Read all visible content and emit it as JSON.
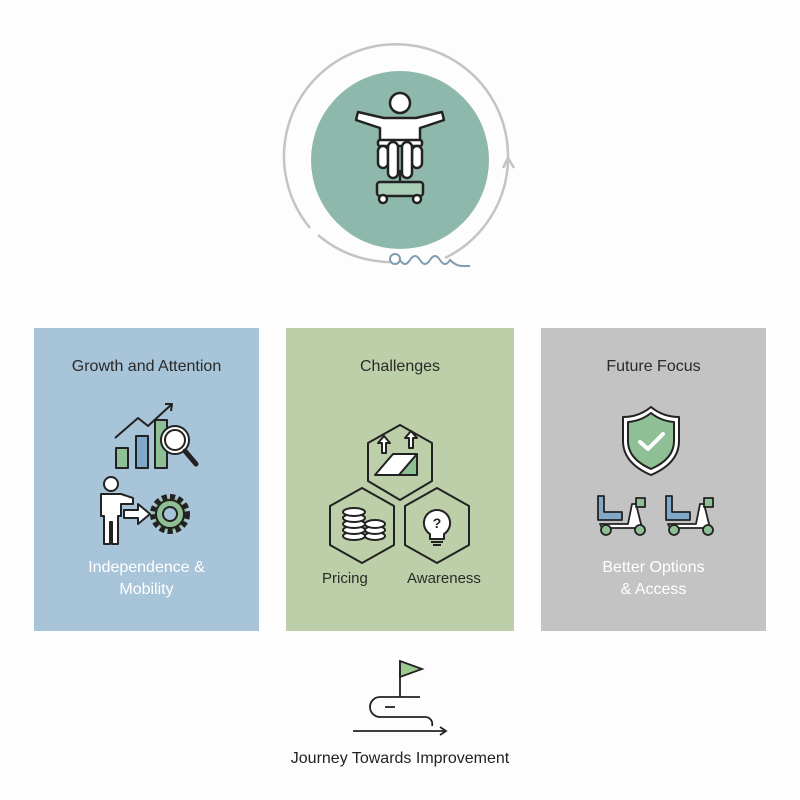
{
  "header": {
    "icon": "person-wheelchair-icon"
  },
  "panels": [
    {
      "title": "Growth and Attention",
      "label_line1": "Independence &",
      "label_line2": "Mobility",
      "color": "#a7c4d9"
    },
    {
      "title": "Challenges",
      "item1": "Pricing",
      "item2": "Awareness",
      "color": "#bccfa8"
    },
    {
      "title": "Future Focus",
      "label_line1": "Better Options",
      "label_line2": "& Access",
      "color": "#c3c3c3"
    }
  ],
  "footer": {
    "caption": "Journey Towards Improvement",
    "icon": "flag-path-icon"
  },
  "colors": {
    "teal": "#8fb8ad",
    "green": "#8fc095",
    "blue": "#7fa8c9"
  }
}
